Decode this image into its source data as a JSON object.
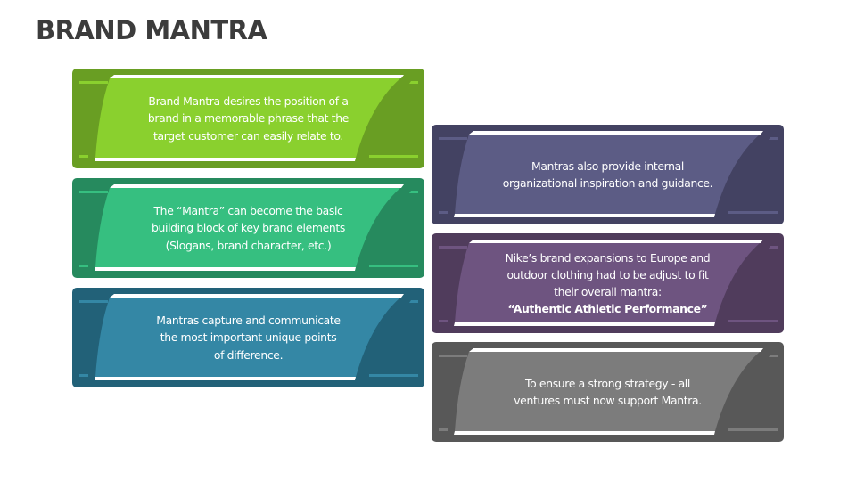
{
  "slide": {
    "title": "BRAND MANTRA"
  },
  "cards": {
    "left": [
      {
        "lines": [
          "Brand Mantra desires the position of a",
          "brand in a memorable phrase that the",
          "target customer can easily relate to."
        ],
        "colors": {
          "outer": "#699e23",
          "inner": "#8ad02e",
          "accent": "#8ad02e",
          "stripe": "#ffffff"
        }
      },
      {
        "lines": [
          "The “Mantra” can become the basic",
          "building block of key brand elements",
          "(Slogans, brand character, etc.)"
        ],
        "colors": {
          "outer": "#268a5e",
          "inner": "#36bf80",
          "accent": "#36bf80",
          "stripe": "#ffffff"
        }
      },
      {
        "lines": [
          "Mantras capture and communicate",
          "the most important unique points",
          "of difference."
        ],
        "colors": {
          "outer": "#226178",
          "inner": "#3487a5",
          "accent": "#3487a5",
          "stripe": "#ffffff"
        }
      }
    ],
    "right": [
      {
        "lines": [
          "Mantras also provide internal",
          "organizational inspiration and guidance."
        ],
        "colors": {
          "outer": "#434262",
          "inner": "#5c5c85",
          "accent": "#5c5c85",
          "stripe": "#ffffff"
        }
      },
      {
        "lines": [
          "Nike’s brand expansions to Europe and",
          "outdoor clothing had to be adjust to fit",
          "their overall mantra:"
        ],
        "emphasis": "“Authentic Athletic Performance”",
        "colors": {
          "outer": "#503c5c",
          "inner": "#6e5480",
          "accent": "#6e5480",
          "stripe": "#ffffff"
        }
      },
      {
        "lines": [
          "To ensure a strong strategy - all",
          "ventures must now support Mantra."
        ],
        "colors": {
          "outer": "#585858",
          "inner": "#7c7c7c",
          "accent": "#7c7c7c",
          "stripe": "#ffffff"
        }
      }
    ]
  },
  "icons": {
    "card_shape": "ribbon-banner-icon"
  }
}
